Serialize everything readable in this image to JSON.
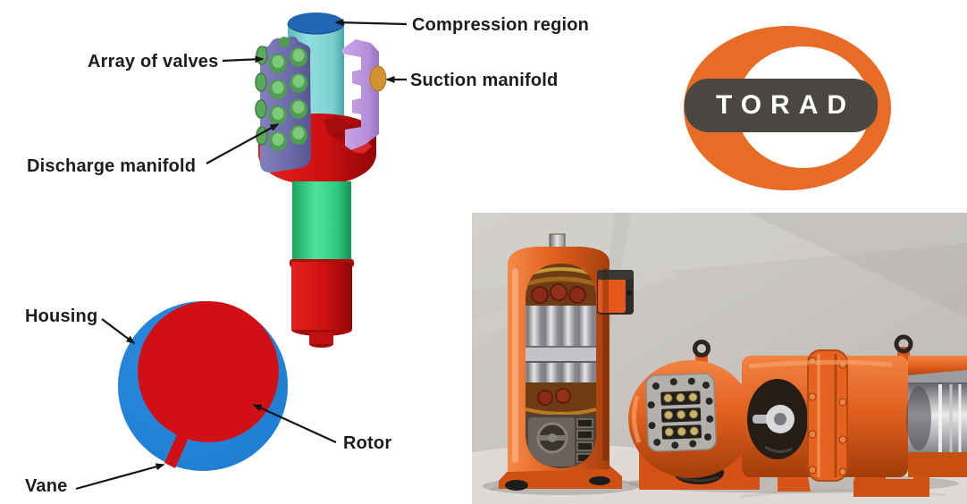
{
  "labels": {
    "compression_region": "Compression region",
    "array_of_valves": "Array of valves",
    "suction_manifold": "Suction manifold",
    "discharge_manifold": "Discharge manifold",
    "housing": "Housing",
    "rotor": "Rotor",
    "vane": "Vane"
  },
  "logo": {
    "text": "TORAD"
  },
  "colors": {
    "label-text": "#1c1c1c",
    "logo-orange": "#e86c25",
    "logo-band": "#4a4641",
    "compression-top-blue": "#2066b2",
    "compression-cyan": "#7ed0d0",
    "suction-lavender": "#b48ed8",
    "suction-port-orange": "#d2922f",
    "discharge-slate": "#6b6aa8",
    "valve-green": "#7ec97e",
    "base-red": "#cf1013",
    "shaft-green": "#2ecb82",
    "housing-blue": "#1e7cd0",
    "rotor-red": "#d11016",
    "machine-orange": "#e2601f",
    "cloth-gray": "#c8c5c0"
  },
  "photo": {
    "alt": "Two orange compressor prototypes with cutaway sections displayed on a white cloth backdrop"
  }
}
